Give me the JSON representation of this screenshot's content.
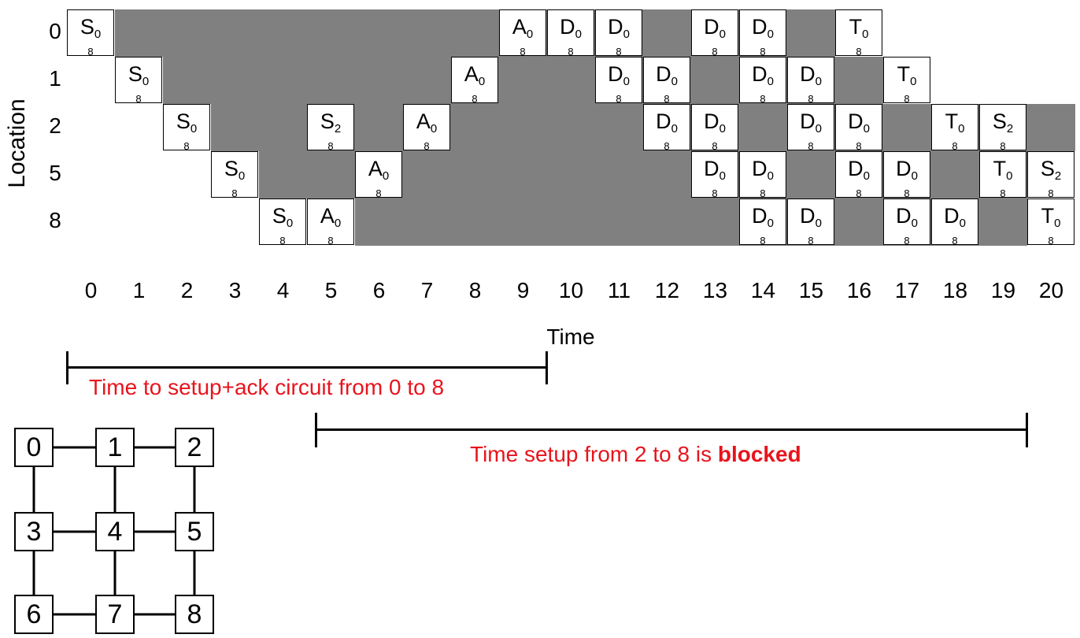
{
  "y_axis_label": "Location",
  "x_axis_label": "Time",
  "time_ticks": [
    "0",
    "1",
    "2",
    "3",
    "4",
    "5",
    "6",
    "7",
    "8",
    "9",
    "10",
    "11",
    "12",
    "13",
    "14",
    "15",
    "16",
    "17",
    "18",
    "19",
    "20"
  ],
  "rows": [
    {
      "label": "0",
      "blocked_from": 1,
      "blocked_to": 15,
      "cells": [
        {
          "t": 0,
          "m": "S",
          "s": "0",
          "b": "8"
        },
        {
          "t": 9,
          "m": "A",
          "s": "0",
          "b": "8"
        },
        {
          "t": 10,
          "m": "D",
          "s": "0",
          "b": "8"
        },
        {
          "t": 11,
          "m": "D",
          "s": "0",
          "b": "8"
        },
        {
          "t": 13,
          "m": "D",
          "s": "0",
          "b": "8"
        },
        {
          "t": 14,
          "m": "D",
          "s": "0",
          "b": "8"
        },
        {
          "t": 16,
          "m": "T",
          "s": "0",
          "b": "8"
        }
      ]
    },
    {
      "label": "1",
      "blocked_from": 2,
      "blocked_to": 16,
      "cells": [
        {
          "t": 1,
          "m": "S",
          "s": "0",
          "b": "8"
        },
        {
          "t": 8,
          "m": "A",
          "s": "0",
          "b": "8"
        },
        {
          "t": 11,
          "m": "D",
          "s": "0",
          "b": "8"
        },
        {
          "t": 12,
          "m": "D",
          "s": "0",
          "b": "8"
        },
        {
          "t": 14,
          "m": "D",
          "s": "0",
          "b": "8"
        },
        {
          "t": 15,
          "m": "D",
          "s": "0",
          "b": "8"
        },
        {
          "t": 17,
          "m": "T",
          "s": "0",
          "b": "8"
        }
      ]
    },
    {
      "label": "2",
      "blocked_from": 3,
      "blocked_to": 20,
      "cells": [
        {
          "t": 2,
          "m": "S",
          "s": "0",
          "b": "8"
        },
        {
          "t": 5,
          "m": "S",
          "s": "2",
          "b": "8"
        },
        {
          "t": 7,
          "m": "A",
          "s": "0",
          "b": "8"
        },
        {
          "t": 12,
          "m": "D",
          "s": "0",
          "b": "8"
        },
        {
          "t": 13,
          "m": "D",
          "s": "0",
          "b": "8"
        },
        {
          "t": 15,
          "m": "D",
          "s": "0",
          "b": "8"
        },
        {
          "t": 16,
          "m": "D",
          "s": "0",
          "b": "8"
        },
        {
          "t": 18,
          "m": "T",
          "s": "0",
          "b": "8"
        },
        {
          "t": 19,
          "m": "S",
          "s": "2",
          "b": "8"
        }
      ]
    },
    {
      "label": "5",
      "blocked_from": 4,
      "blocked_to": 19,
      "cells": [
        {
          "t": 3,
          "m": "S",
          "s": "0",
          "b": "8"
        },
        {
          "t": 6,
          "m": "A",
          "s": "0",
          "b": "8"
        },
        {
          "t": 13,
          "m": "D",
          "s": "0",
          "b": "8"
        },
        {
          "t": 14,
          "m": "D",
          "s": "0",
          "b": "8"
        },
        {
          "t": 16,
          "m": "D",
          "s": "0",
          "b": "8"
        },
        {
          "t": 17,
          "m": "D",
          "s": "0",
          "b": "8"
        },
        {
          "t": 19,
          "m": "T",
          "s": "0",
          "b": "8"
        },
        {
          "t": 20,
          "m": "S",
          "s": "2",
          "b": "8"
        }
      ]
    },
    {
      "label": "8",
      "blocked_from": 6,
      "blocked_to": 19,
      "cells": [
        {
          "t": 4,
          "m": "S",
          "s": "0",
          "b": "8"
        },
        {
          "t": 5,
          "m": "A",
          "s": "0",
          "b": "8"
        },
        {
          "t": 14,
          "m": "D",
          "s": "0",
          "b": "8"
        },
        {
          "t": 15,
          "m": "D",
          "s": "0",
          "b": "8"
        },
        {
          "t": 17,
          "m": "D",
          "s": "0",
          "b": "8"
        },
        {
          "t": 18,
          "m": "D",
          "s": "0",
          "b": "8"
        },
        {
          "t": 20,
          "m": "T",
          "s": "0",
          "b": "8"
        }
      ]
    }
  ],
  "annotations": {
    "setup_ack": "Time to setup+ack circuit from 0 to 8",
    "blocked_prefix": "Time setup from 2 to 8 is ",
    "blocked_word": "blocked"
  },
  "mesh_nodes": [
    "0",
    "1",
    "2",
    "3",
    "4",
    "5",
    "6",
    "7",
    "8"
  ]
}
